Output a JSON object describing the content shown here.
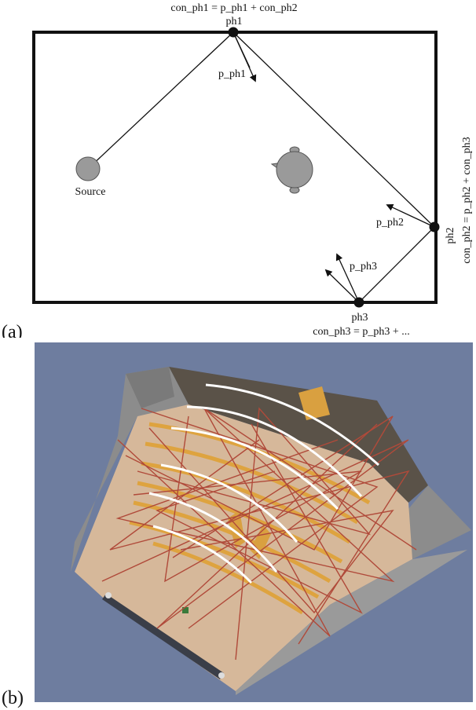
{
  "panel_a": {
    "label": "(a)",
    "source_label": "Source",
    "ph1": {
      "name": "ph1",
      "eq": "con_ph1 = p_ph1 + con_ph2",
      "vector": "p_ph1"
    },
    "ph2": {
      "name": "ph2",
      "eq": "con_ph2 = p_ph2 + con_ph3",
      "vector": "p_ph2"
    },
    "ph3": {
      "name": "ph3",
      "eq": "con_ph3 = p_ph3 + ...",
      "vector": "p_ph3"
    }
  },
  "panel_b": {
    "label": "(b)",
    "colors": {
      "background": "#6e7d9f",
      "ray_paths": "#b04a3a",
      "white_arcs": "#ffffff",
      "seat_rows": "#e0a030",
      "floor": "#d6b89a"
    }
  }
}
